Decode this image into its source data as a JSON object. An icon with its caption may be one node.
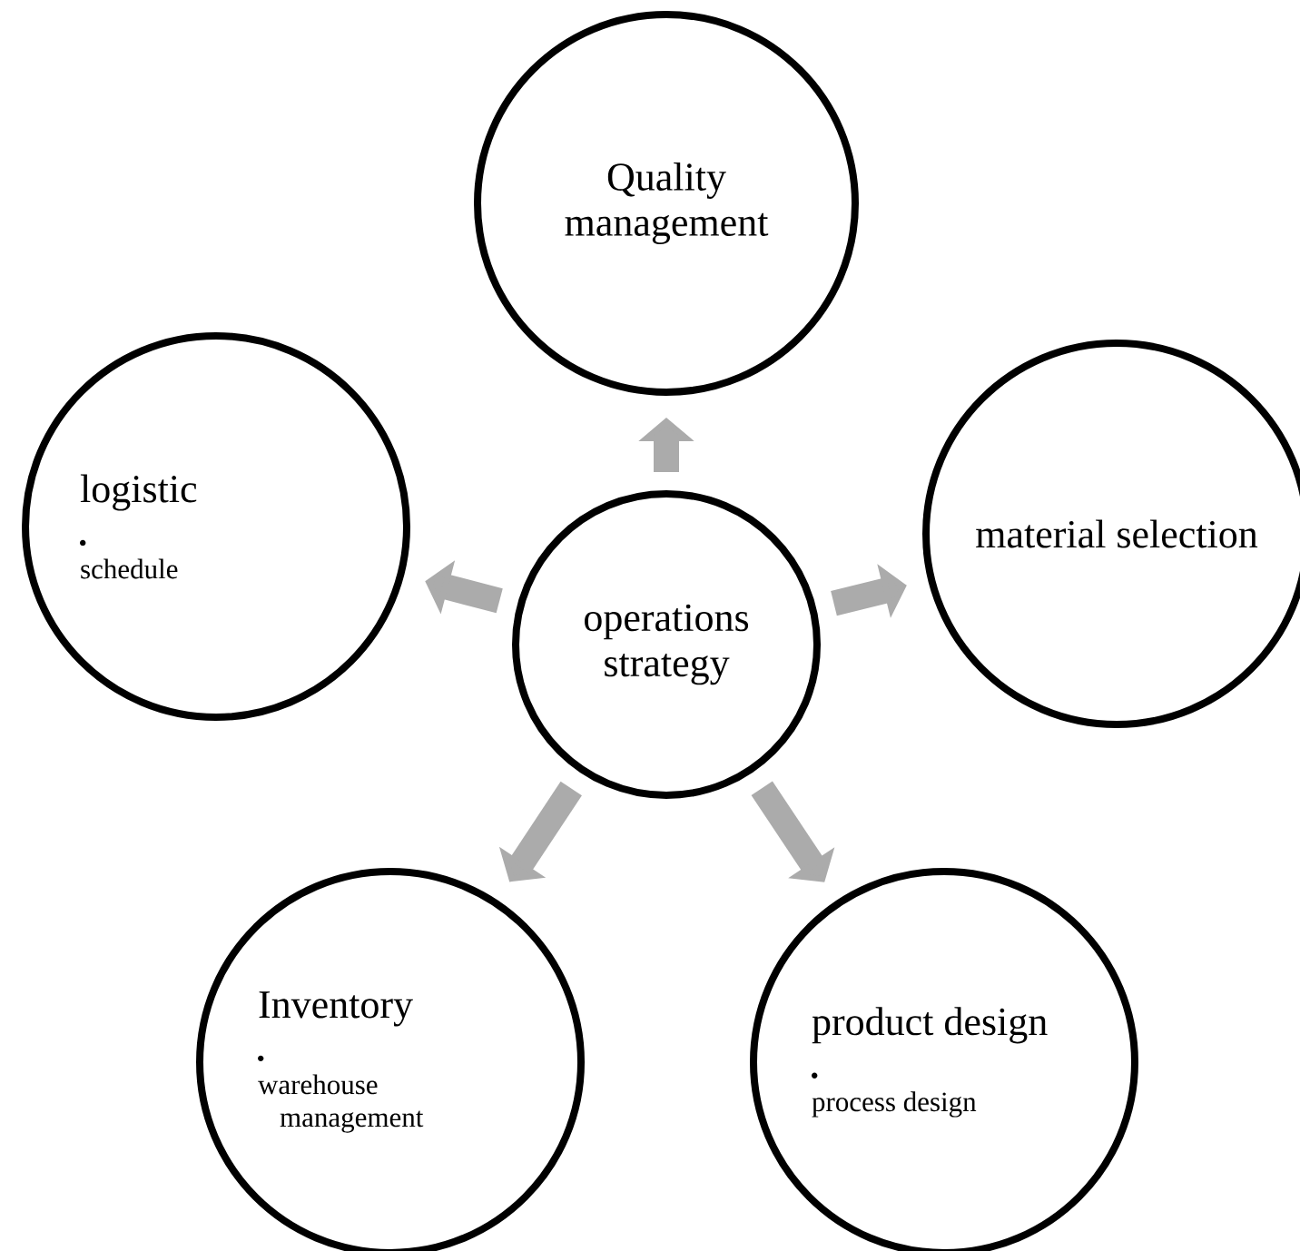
{
  "diagram": {
    "nodes": [
      {
        "text": [
          "Quality management"
        ]
      },
      {
        "text": [
          "logistic",
          "schedule"
        ]
      },
      {
        "text": [
          "material selection"
        ]
      },
      {
        "text": [
          "operations strategy"
        ]
      },
      {
        "text": [
          "Inventory",
          "warehouse management"
        ]
      },
      {
        "text": [
          "product design",
          "process design"
        ]
      }
    ],
    "edges": [
      {
        "from": 3,
        "to": 0,
        "arrow": "to"
      },
      {
        "from": 3,
        "to": 1,
        "arrow": "to"
      },
      {
        "from": 3,
        "to": 2,
        "arrow": "to"
      },
      {
        "from": 3,
        "to": 4,
        "arrow": "to"
      },
      {
        "from": 3,
        "to": 5,
        "arrow": "to"
      }
    ]
  }
}
